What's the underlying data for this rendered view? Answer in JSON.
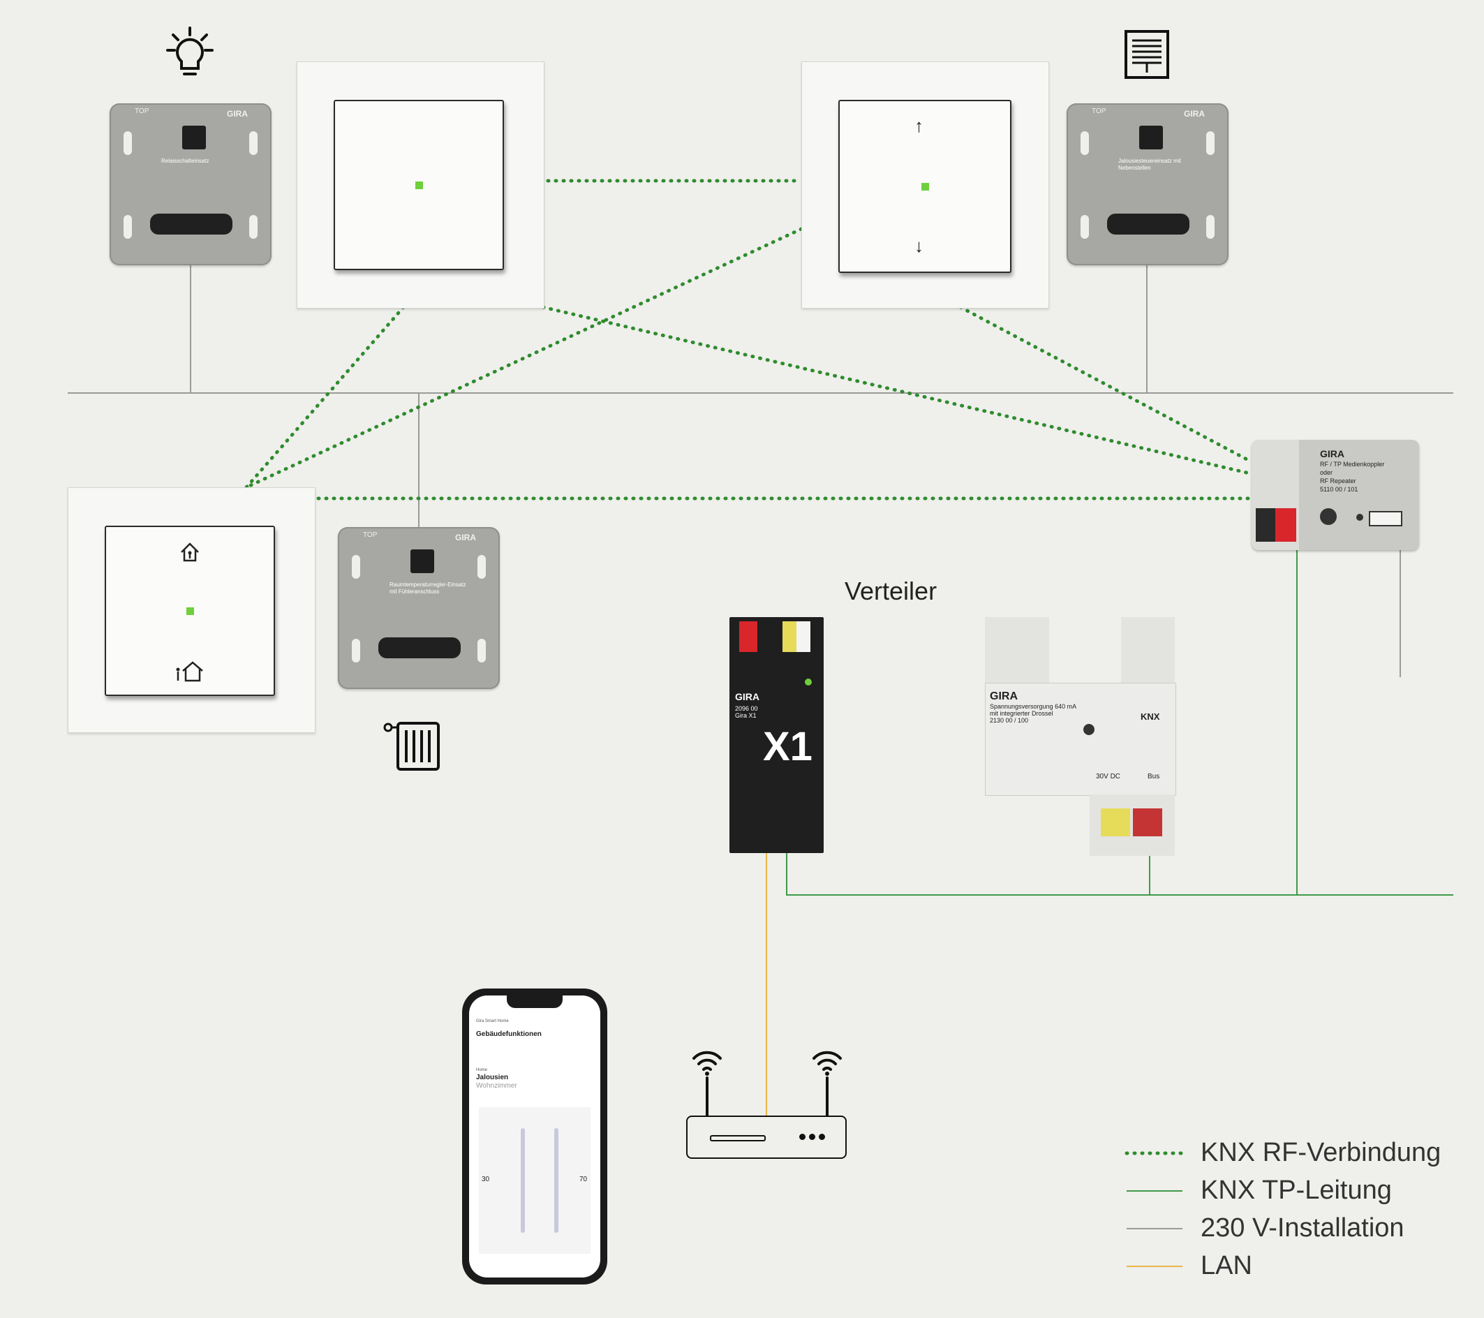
{
  "diagram": {
    "section_label": "Verteiler",
    "devices": {
      "insert_light": {
        "brand": "GIRA",
        "top": "TOP",
        "label": "Relaisschalteinsatz"
      },
      "insert_blind": {
        "brand": "GIRA",
        "top": "TOP",
        "label": "Jalousiesteuereinsatz mit Nebenstellen"
      },
      "insert_heating": {
        "brand": "GIRA",
        "top": "TOP",
        "label": "Raumtemperaturregler-Einsatz mit Fühleranschluss"
      },
      "media_coupler": {
        "brand": "GIRA",
        "lines": [
          "RF / TP Medienkoppler",
          "oder",
          "RF Repeater",
          "5110 00 / 101"
        ]
      },
      "x1": {
        "brand": "GIRA",
        "code": "2096 00",
        "name": "Gira X1",
        "big": "X1"
      },
      "power_supply": {
        "brand": "GIRA",
        "lines": [
          "Spannungsversorgung 640 mA",
          "mit integrierter Drossel",
          "2130 00 / 100"
        ],
        "knx": "KNX",
        "out_a": "30V DC",
        "out_b": "Bus"
      },
      "phone": {
        "app": "Gira Smart Home",
        "title": "Gebäudefunktionen",
        "crumb": "Home",
        "device": "Jalousien",
        "room": "Wohnzimmer",
        "left_value": "30",
        "right_value": "70",
        "unit": "%"
      }
    },
    "arrows": {
      "up": "↑",
      "down": "↓"
    }
  },
  "legend": [
    {
      "label": "KNX RF-Verbindung",
      "color": "#2e8b2e",
      "style": "dotted"
    },
    {
      "label": "KNX TP-Leitung",
      "color": "#3f9a4a",
      "style": "solid"
    },
    {
      "label": "230 V-Installation",
      "color": "#9a9a96",
      "style": "solid"
    },
    {
      "label": "LAN",
      "color": "#e8b74a",
      "style": "solid"
    }
  ],
  "colors": {
    "background": "#efefeb",
    "rf": "#2e8b2e",
    "tp": "#3f9a4a",
    "mains": "#9a9a96",
    "lan": "#e8b74a",
    "led": "#6fcf3c"
  }
}
